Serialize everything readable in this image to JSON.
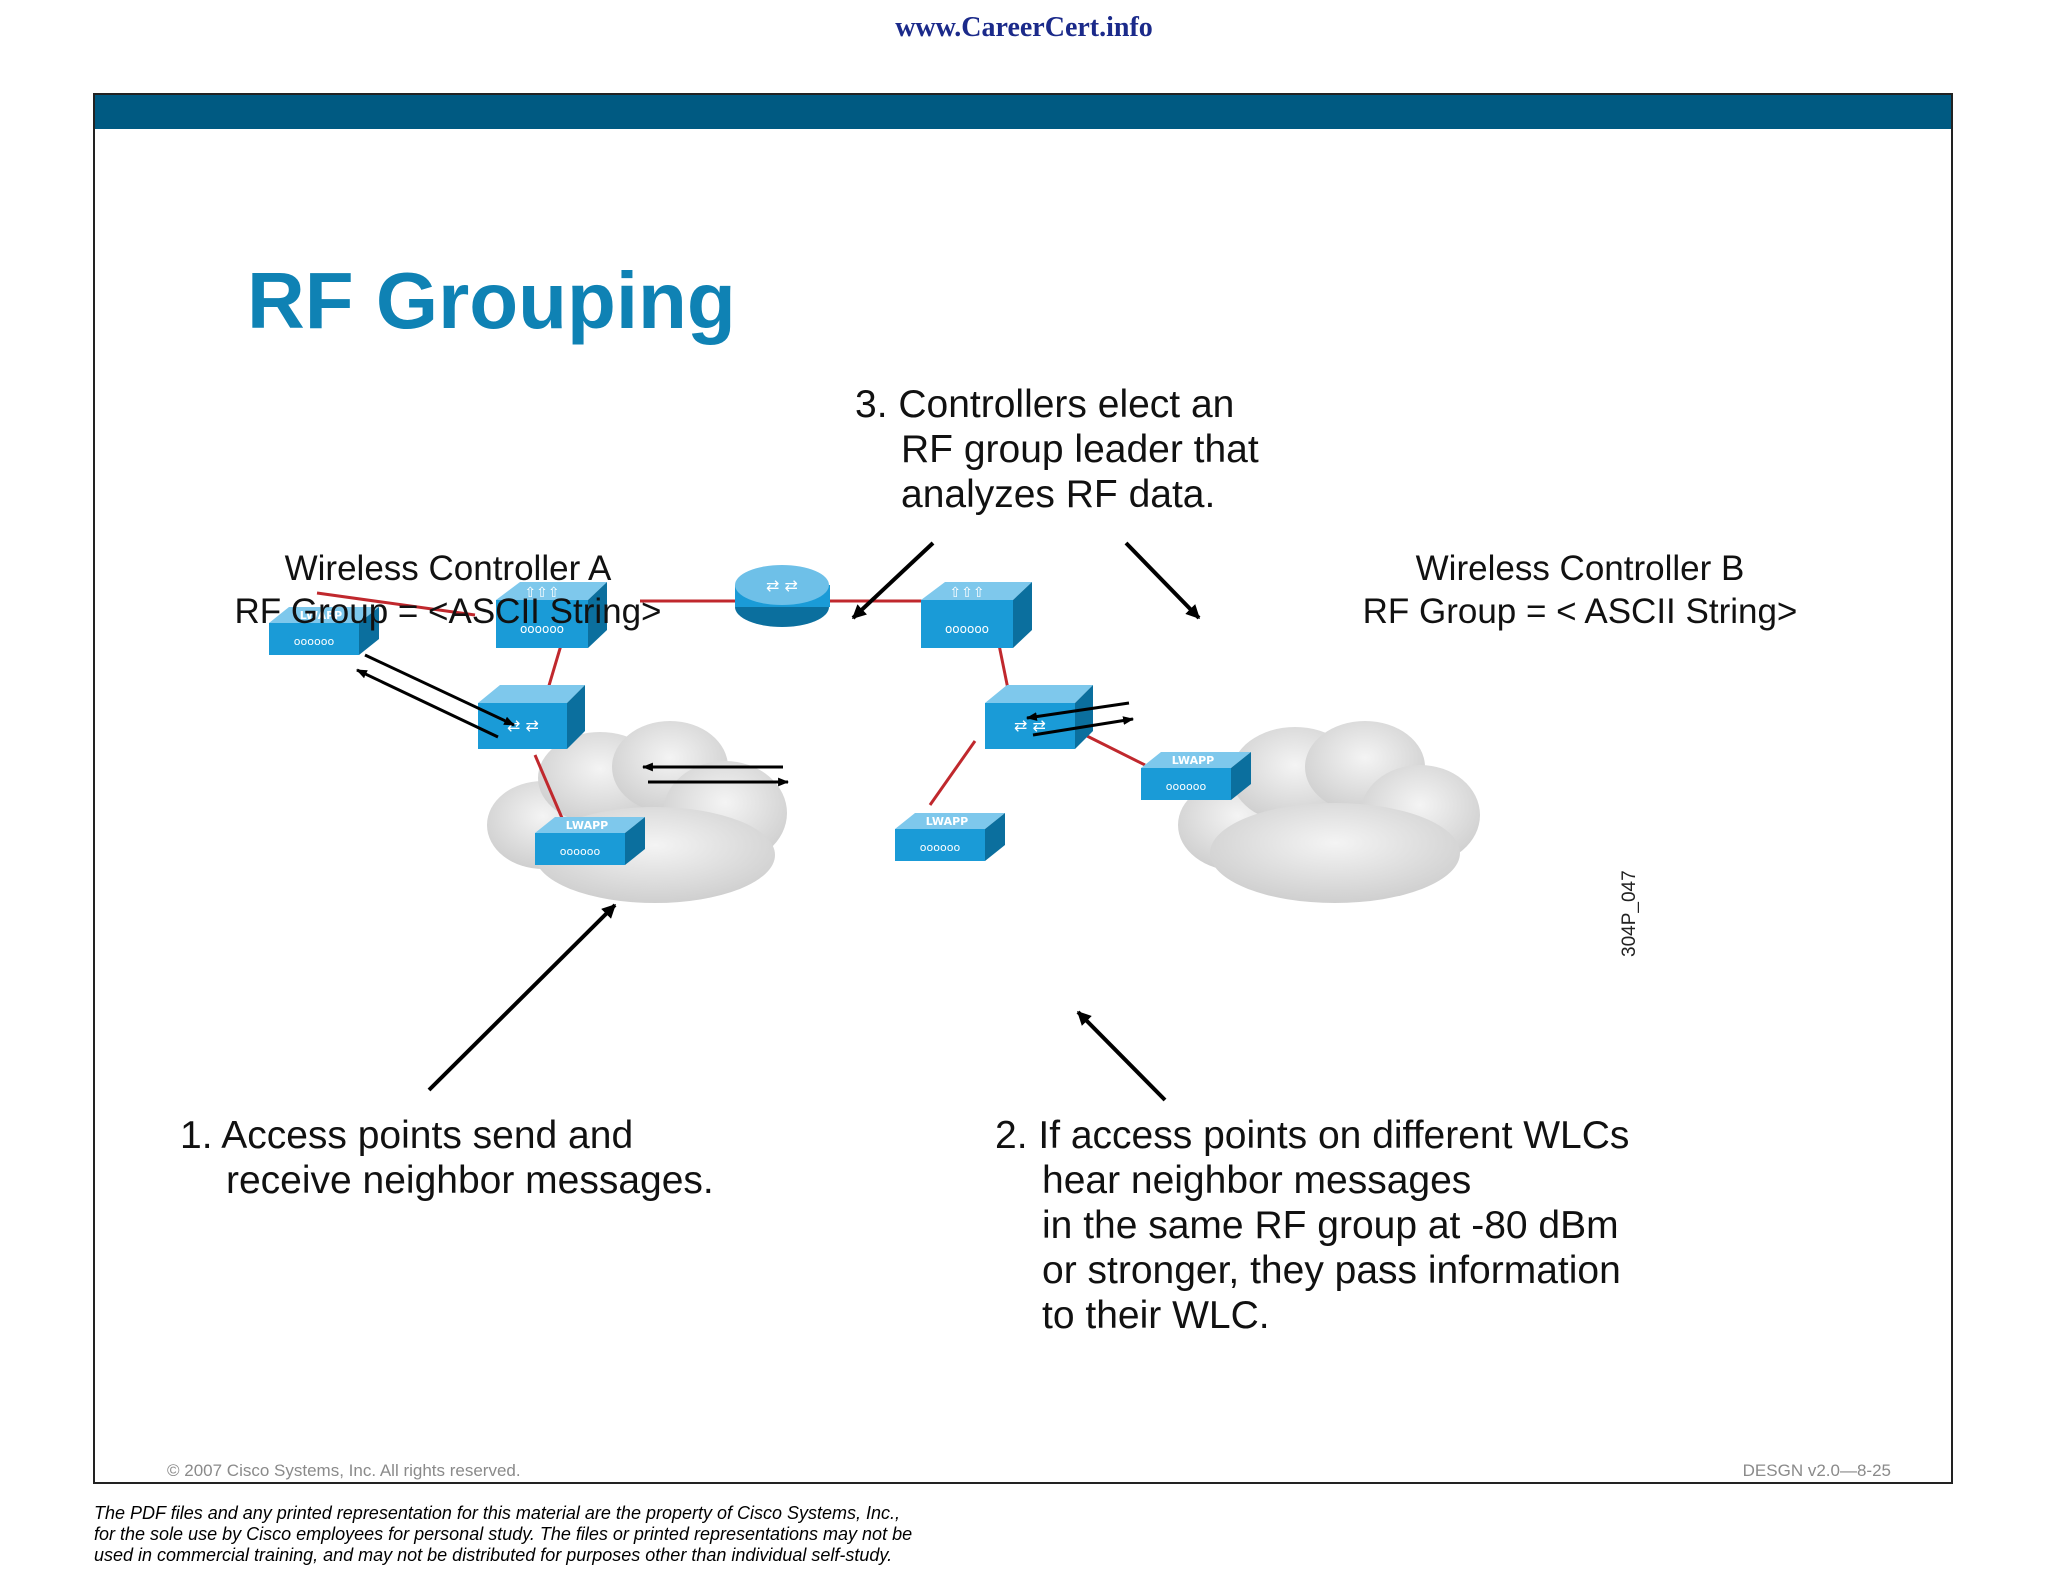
{
  "header": {
    "site_url": "www.CareerCert.info"
  },
  "slide": {
    "title": "RF Grouping",
    "controller_a": {
      "name": "Wireless Controller A",
      "rf_group": "RF Group = <ASCII String>"
    },
    "controller_b": {
      "name": "Wireless Controller B",
      "rf_group": "RF Group = < ASCII String>"
    },
    "callout_1": [
      "1. Access points send and",
      "receive neighbor messages."
    ],
    "callout_2": [
      "2. If access points on different WLCs",
      "hear neighbor messages",
      "in the same RF group at -80 dBm",
      "or stronger, they pass information",
      "to their WLC."
    ],
    "callout_3": [
      "3. Controllers elect an",
      "RF group leader that",
      "analyzes RF data."
    ],
    "ap_label": "LWAPP",
    "figure_id": "304P_047",
    "copyright": "© 2007 Cisco Systems, Inc. All rights reserved.",
    "course_id": "DESGN v2.0—8-25"
  },
  "footer": {
    "disclaimer": [
      "The PDF files and any printed representation for this material are the property of Cisco Systems, Inc.,",
      "for the sole use by Cisco employees for personal study. The files or printed representations may not be",
      "used in commercial training, and may not be distributed for purposes other than individual self-study."
    ]
  },
  "colors": {
    "topbar": "#005a82",
    "title": "#0f82b4",
    "device": "#1a9bd7",
    "link": "#c0282d"
  },
  "icons": [
    "router-icon",
    "wlc-icon",
    "switch-icon",
    "lwapp-ap-icon",
    "cloud-icon",
    "arrow-icon"
  ]
}
